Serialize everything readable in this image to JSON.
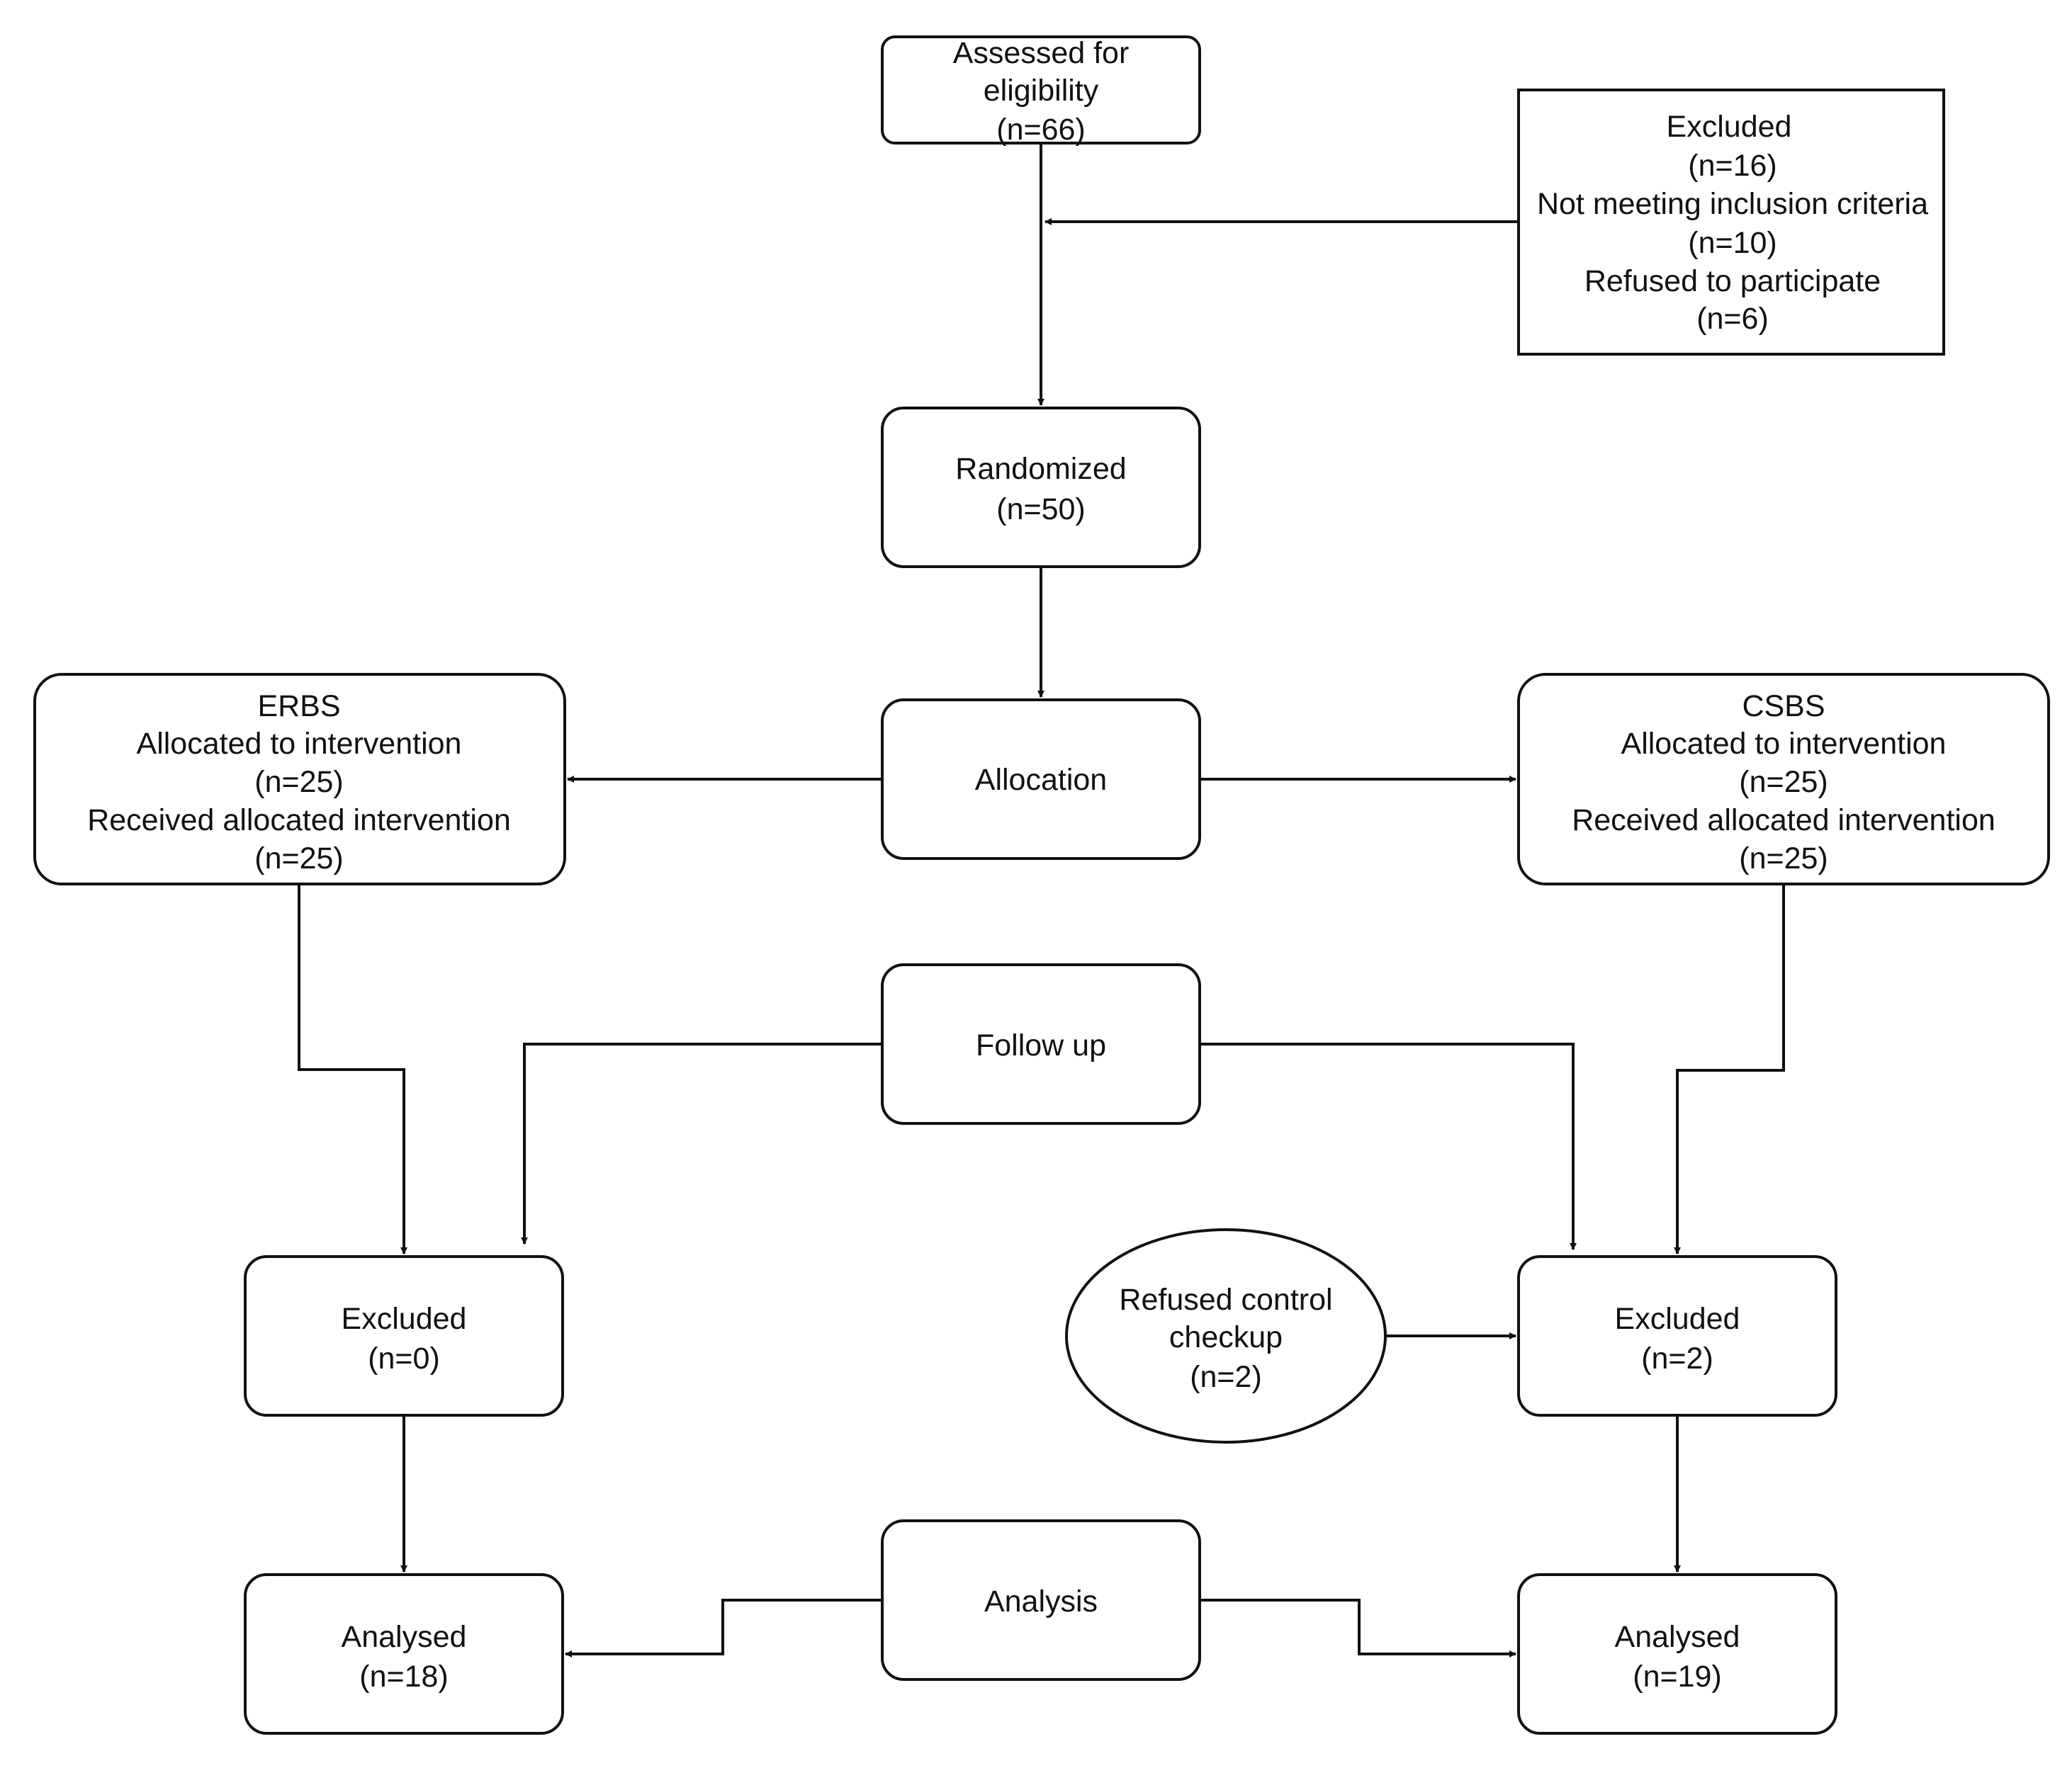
{
  "colors": {
    "stroke": "#111111",
    "background": "#ffffff",
    "text": "#111111"
  },
  "nodes": {
    "assessed": {
      "shape": "rounded-rect",
      "lines": [
        "Assessed for",
        "eligibility",
        "(n=66)"
      ]
    },
    "excluded_top": {
      "shape": "rect",
      "lines": [
        "Excluded",
        "(n=16)",
        "Not meeting inclusion criteria",
        "(n=10)",
        "Refused to participate",
        "(n=6)"
      ]
    },
    "randomized": {
      "shape": "rounded-rect",
      "lines": [
        "Randomized",
        "(n=50)"
      ]
    },
    "allocation": {
      "shape": "rounded-rect",
      "lines": [
        "Allocation"
      ]
    },
    "erbs": {
      "shape": "rounded-rect",
      "lines": [
        "ERBS",
        "Allocated to intervention",
        "(n=25)",
        "Received allocated intervention",
        "(n=25)"
      ]
    },
    "csbs": {
      "shape": "rounded-rect",
      "lines": [
        "CSBS",
        "Allocated to intervention",
        "(n=25)",
        "Received allocated intervention",
        "(n=25)"
      ]
    },
    "follow_up": {
      "shape": "rounded-rect",
      "lines": [
        "Follow up"
      ]
    },
    "excluded_left": {
      "shape": "rounded-rect",
      "lines": [
        "Excluded",
        "(n=0)"
      ]
    },
    "refused_checkup": {
      "shape": "ellipse",
      "lines": [
        "Refused control",
        "checkup",
        "(n=2)"
      ]
    },
    "excluded_right": {
      "shape": "rounded-rect",
      "lines": [
        "Excluded",
        "(n=2)"
      ]
    },
    "analysis": {
      "shape": "rounded-rect",
      "lines": [
        "Analysis"
      ]
    },
    "analysed_left": {
      "shape": "rounded-rect",
      "lines": [
        "Analysed",
        "(n=18)"
      ]
    },
    "analysed_right": {
      "shape": "rounded-rect",
      "lines": [
        "Analysed",
        "(n=19)"
      ]
    }
  },
  "edges": [
    {
      "from": "assessed",
      "to": "randomized"
    },
    {
      "from": "excluded_top",
      "to": "assessed-randomized link"
    },
    {
      "from": "randomized",
      "to": "allocation"
    },
    {
      "from": "allocation",
      "to": "erbs"
    },
    {
      "from": "allocation",
      "to": "csbs"
    },
    {
      "from": "erbs",
      "to": "excluded_left"
    },
    {
      "from": "follow_up",
      "to": "excluded_left"
    },
    {
      "from": "follow_up",
      "to": "excluded_right"
    },
    {
      "from": "csbs",
      "to": "excluded_right"
    },
    {
      "from": "refused_checkup",
      "to": "excluded_right"
    },
    {
      "from": "excluded_left",
      "to": "analysed_left"
    },
    {
      "from": "excluded_right",
      "to": "analysed_right"
    },
    {
      "from": "analysis",
      "to": "analysed_left"
    },
    {
      "from": "analysis",
      "to": "analysed_right"
    }
  ]
}
